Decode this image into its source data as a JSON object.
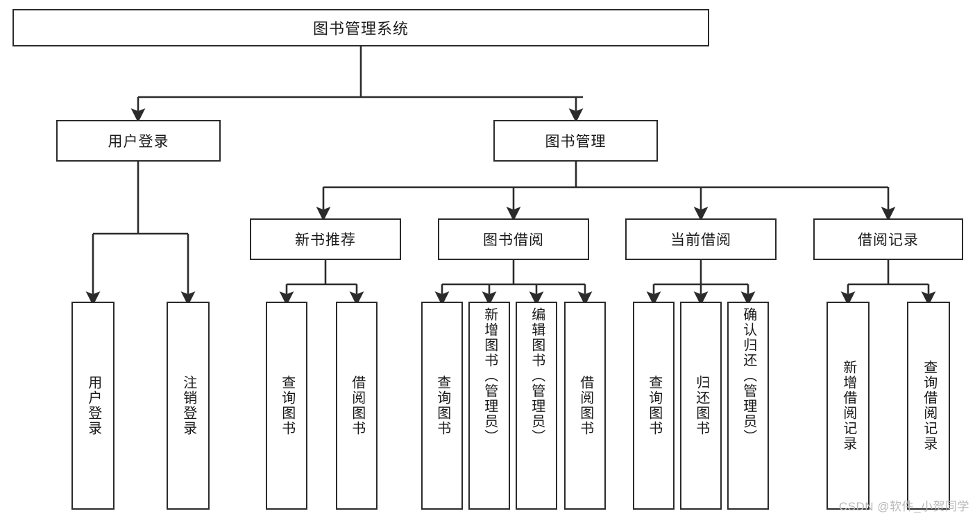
{
  "diagram": {
    "title": "图书管理系统",
    "root": {
      "label": "图书管理系统"
    },
    "level2": [
      {
        "label": "用户登录"
      },
      {
        "label": "图书管理"
      }
    ],
    "level3": [
      {
        "label": "新书推荐"
      },
      {
        "label": "图书借阅"
      },
      {
        "label": "当前借阅"
      },
      {
        "label": "借阅记录"
      }
    ],
    "leaves_user_login": [
      {
        "label": "用户登录"
      },
      {
        "label": "注销登录"
      }
    ],
    "leaves_new_books": [
      {
        "label": "查询图书"
      },
      {
        "label": "借阅图书"
      }
    ],
    "leaves_borrow": [
      {
        "label": "查询图书"
      },
      {
        "label": "新增图书（管理员）"
      },
      {
        "label": "编辑图书（管理员）"
      },
      {
        "label": "借阅图书"
      }
    ],
    "leaves_current": [
      {
        "label": "查询图书"
      },
      {
        "label": "归还图书"
      },
      {
        "label": "确认归还（管理员）"
      }
    ],
    "leaves_records": [
      {
        "label": "新增借阅记录"
      },
      {
        "label": "查询借阅记录"
      }
    ]
  },
  "watermark": "CSDN @软件_小贺同学",
  "colors": {
    "stroke": "#2b2b2b",
    "background": "#ffffff",
    "text": "#1a1a1a",
    "watermark": "#b9b9b9"
  }
}
